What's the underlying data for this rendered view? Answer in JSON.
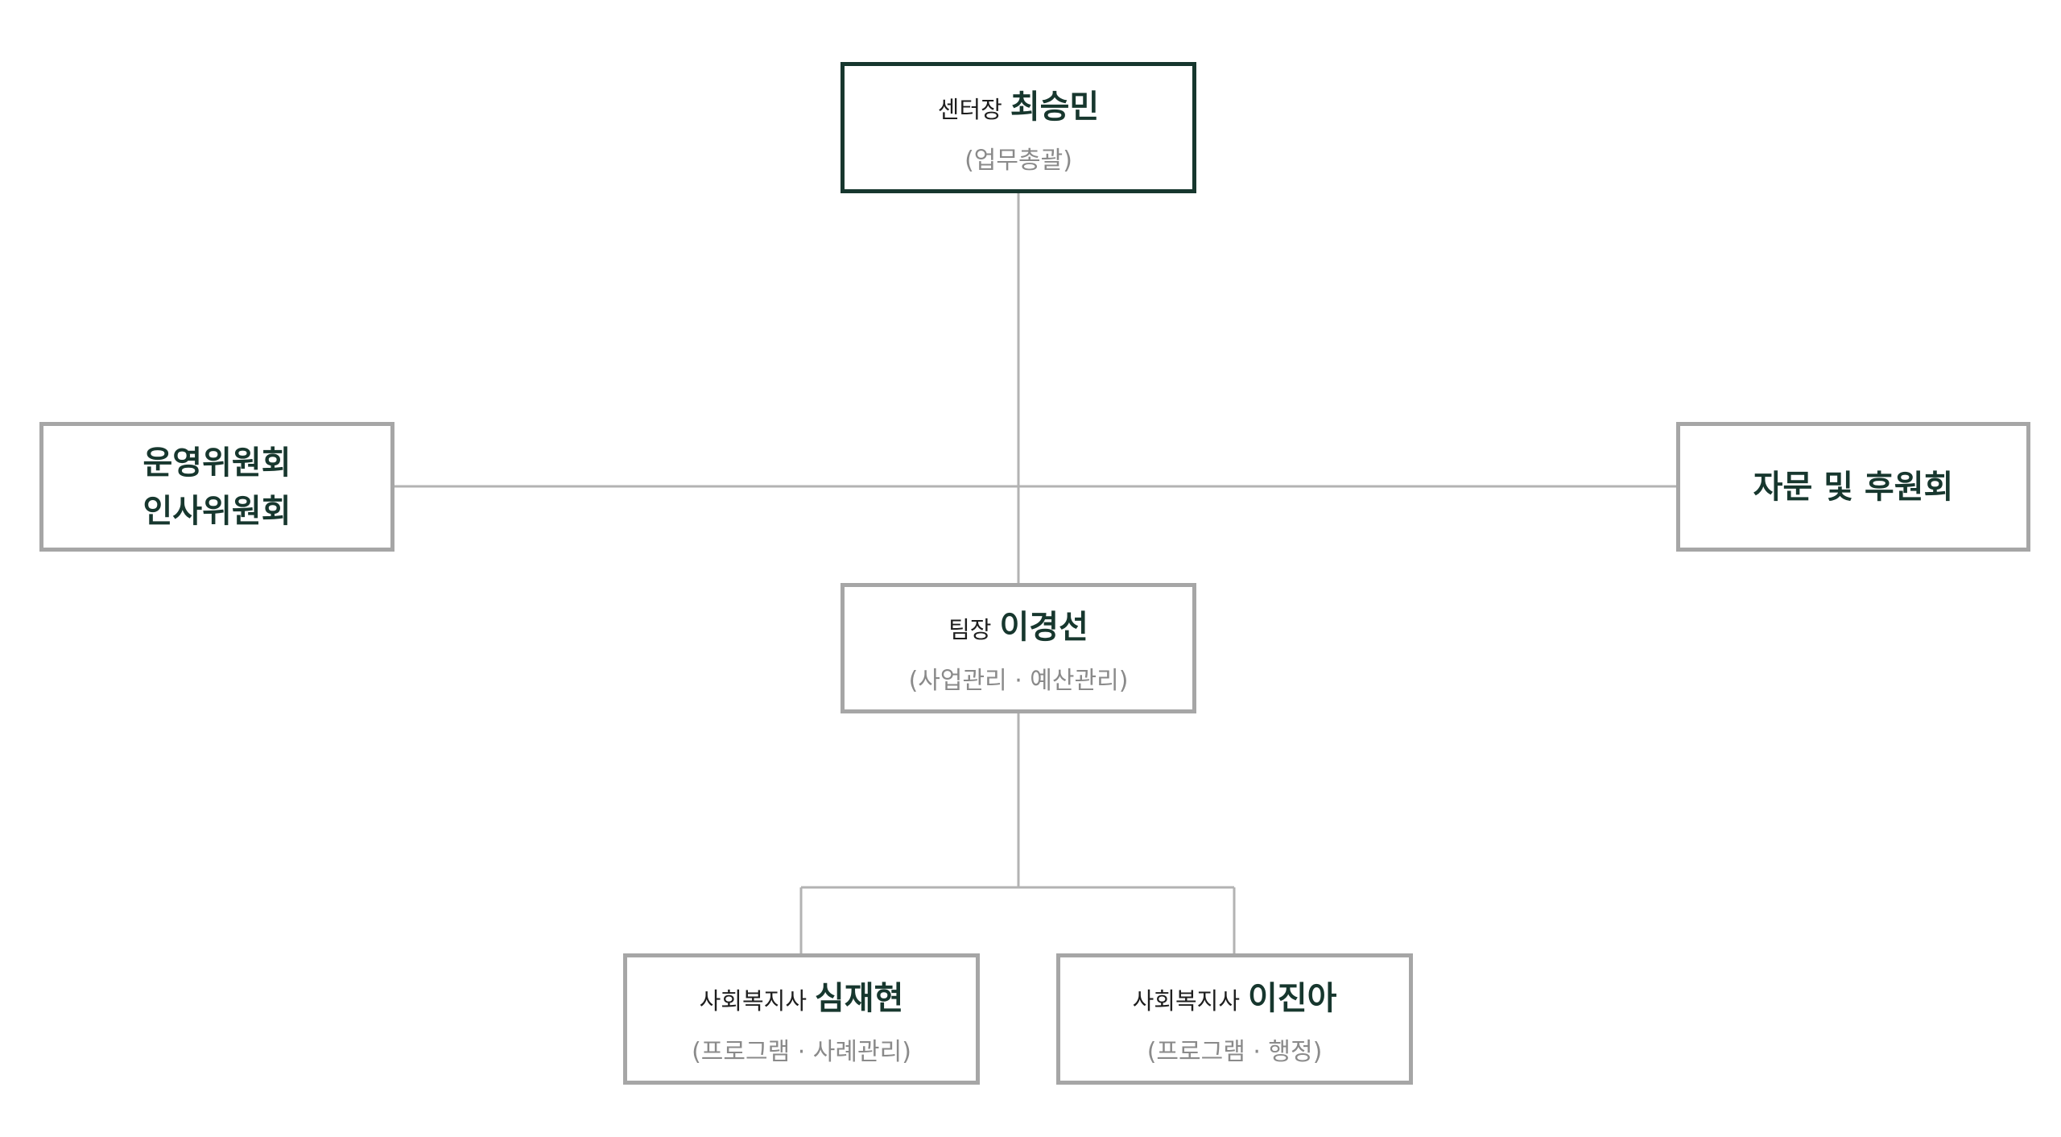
{
  "colors": {
    "accent_dark_green": "#17372e",
    "box_border_gray": "#a6a6a6",
    "connector_gray": "#b3b3b3",
    "duty_text_gray": "#8a8a8a"
  },
  "org_chart": {
    "director": {
      "role": "센터장",
      "name": "최승민",
      "duty": "(업무총괄)"
    },
    "committees": {
      "line1": "운영위원회",
      "line2": "인사위원회"
    },
    "advisory": {
      "label": "자문 및 후원회"
    },
    "team_lead": {
      "role": "팀장",
      "name": "이경선",
      "duty": "(사업관리 · 예산관리)"
    },
    "social_workers": [
      {
        "role": "사회복지사",
        "name": "심재현",
        "duty": "(프로그램 · 사례관리)"
      },
      {
        "role": "사회복지사",
        "name": "이진아",
        "duty": "(프로그램 · 행정)"
      }
    ]
  }
}
